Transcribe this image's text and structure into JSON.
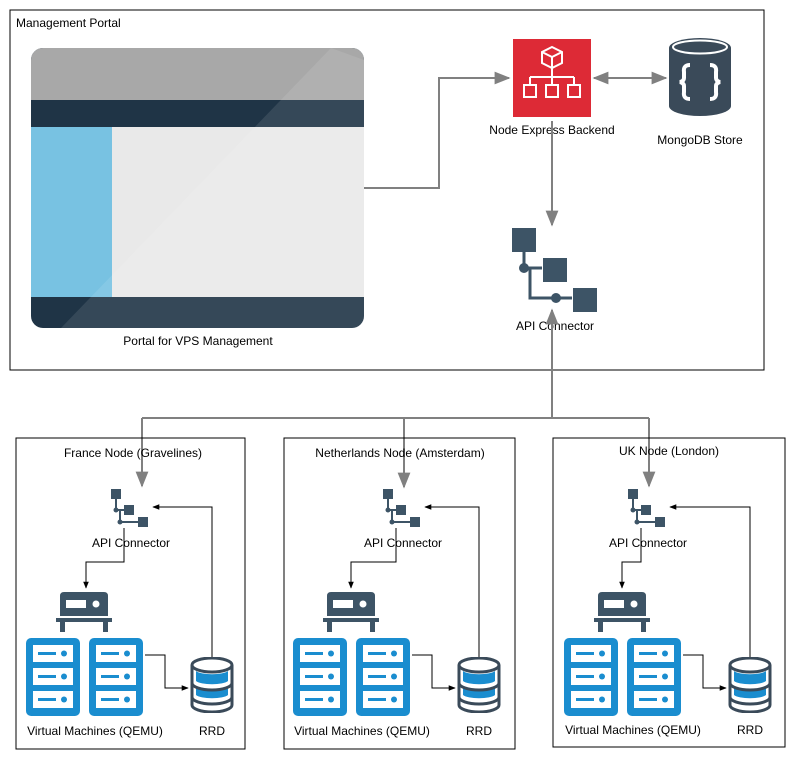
{
  "portal": {
    "title": "Management Portal",
    "screen_label": "Portal for VPS Management",
    "backend_label": "Node Express Backend",
    "db_label": "MongoDB Store",
    "connector_label": "API Connector"
  },
  "nodes": [
    {
      "title": "France Node (Gravelines)",
      "connector_label": "API Connector",
      "vm_label": "Virtual Machines (QEMU)",
      "rrd_label": "RRD"
    },
    {
      "title": "Netherlands Node (Amsterdam)",
      "connector_label": "API Connector",
      "vm_label": "Virtual Machines (QEMU)",
      "rrd_label": "RRD"
    },
    {
      "title": "UK Node (London)",
      "connector_label": "API Connector",
      "vm_label": "Virtual Machines (QEMU)",
      "rrd_label": "RRD"
    }
  ],
  "colors": {
    "backend_red": "#dd2a36",
    "icon_dark": "#3d5466",
    "server_blue": "#1a8dcf",
    "db_dark": "#3a4a59",
    "arrow_gray": "#808080"
  },
  "icons": {
    "backend": "application-integration-icon",
    "db": "mongodb-icon",
    "connector": "api-connector-icon",
    "host": "hypervisor-icon",
    "vm": "server-icon",
    "rrd": "database-icon"
  }
}
